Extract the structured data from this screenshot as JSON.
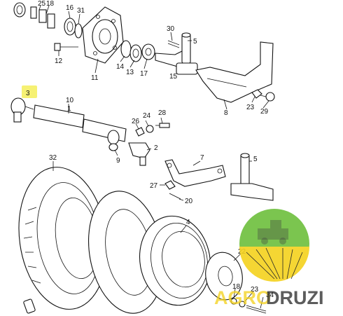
{
  "diagram": {
    "highlight_color": "#f5ee5a",
    "highlighted_callout": "3",
    "callouts": {
      "c25": "25",
      "c18a": "18",
      "c16": "16",
      "c31": "31",
      "c12": "12",
      "c11": "11",
      "c14": "14",
      "c13": "13",
      "c17": "17",
      "c30": "30",
      "c5a": "5",
      "c15": "15",
      "c8": "8",
      "c23a": "23",
      "c29": "29",
      "c3": "3",
      "c10": "10",
      "c1": "1",
      "c24": "24",
      "c28": "28",
      "c26": "26",
      "c9": "9",
      "c2": "2",
      "c7": "7",
      "c5b": "5",
      "c27": "27",
      "c20": "20",
      "c32": "32",
      "c4": "4",
      "c22": "22",
      "c18b": "18",
      "c23b": "23",
      "c34": "34"
    }
  },
  "watermark": {
    "brand_left": "AGRO",
    "brand_right": "DRUZI",
    "colors": {
      "green": "#6dbf3c",
      "yellow": "#f4d21e",
      "dark": "#2b2b2b"
    }
  }
}
